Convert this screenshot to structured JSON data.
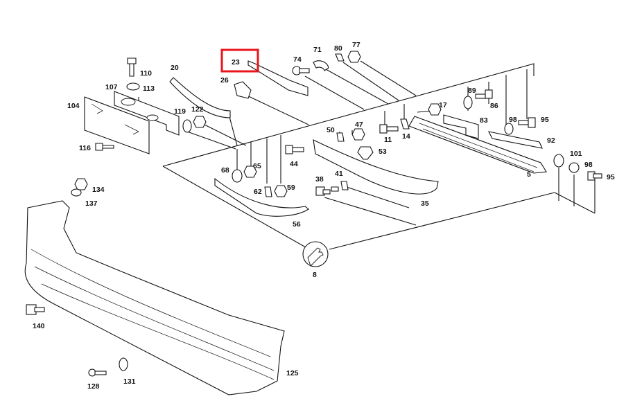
{
  "diagram": {
    "highlight_color": "#e8151b",
    "highlighted_label": "23",
    "labels": {
      "l110": "110",
      "l107": "107",
      "l113": "113",
      "l104": "104",
      "l116": "116",
      "l20": "20",
      "l23": "23",
      "l26": "26",
      "l74": "74",
      "l71": "71",
      "l80": "80",
      "l77": "77",
      "l119": "119",
      "l122": "122",
      "l89": "89",
      "l86": "86",
      "l17": "17",
      "l83": "83",
      "l98a": "98",
      "l95a": "95",
      "l92": "92",
      "l11": "11",
      "l14": "14",
      "l50": "50",
      "l47": "47",
      "l53": "53",
      "l44": "44",
      "l68": "68",
      "l65": "65",
      "l62": "62",
      "l59": "59",
      "l56": "56",
      "l38": "38",
      "l41": "41",
      "l35": "35",
      "l5": "5",
      "l101": "101",
      "l98b": "98",
      "l95b": "95",
      "l134": "134",
      "l137": "137",
      "l8": "8",
      "l140": "140",
      "l128": "128",
      "l131": "131",
      "l125": "125"
    }
  }
}
